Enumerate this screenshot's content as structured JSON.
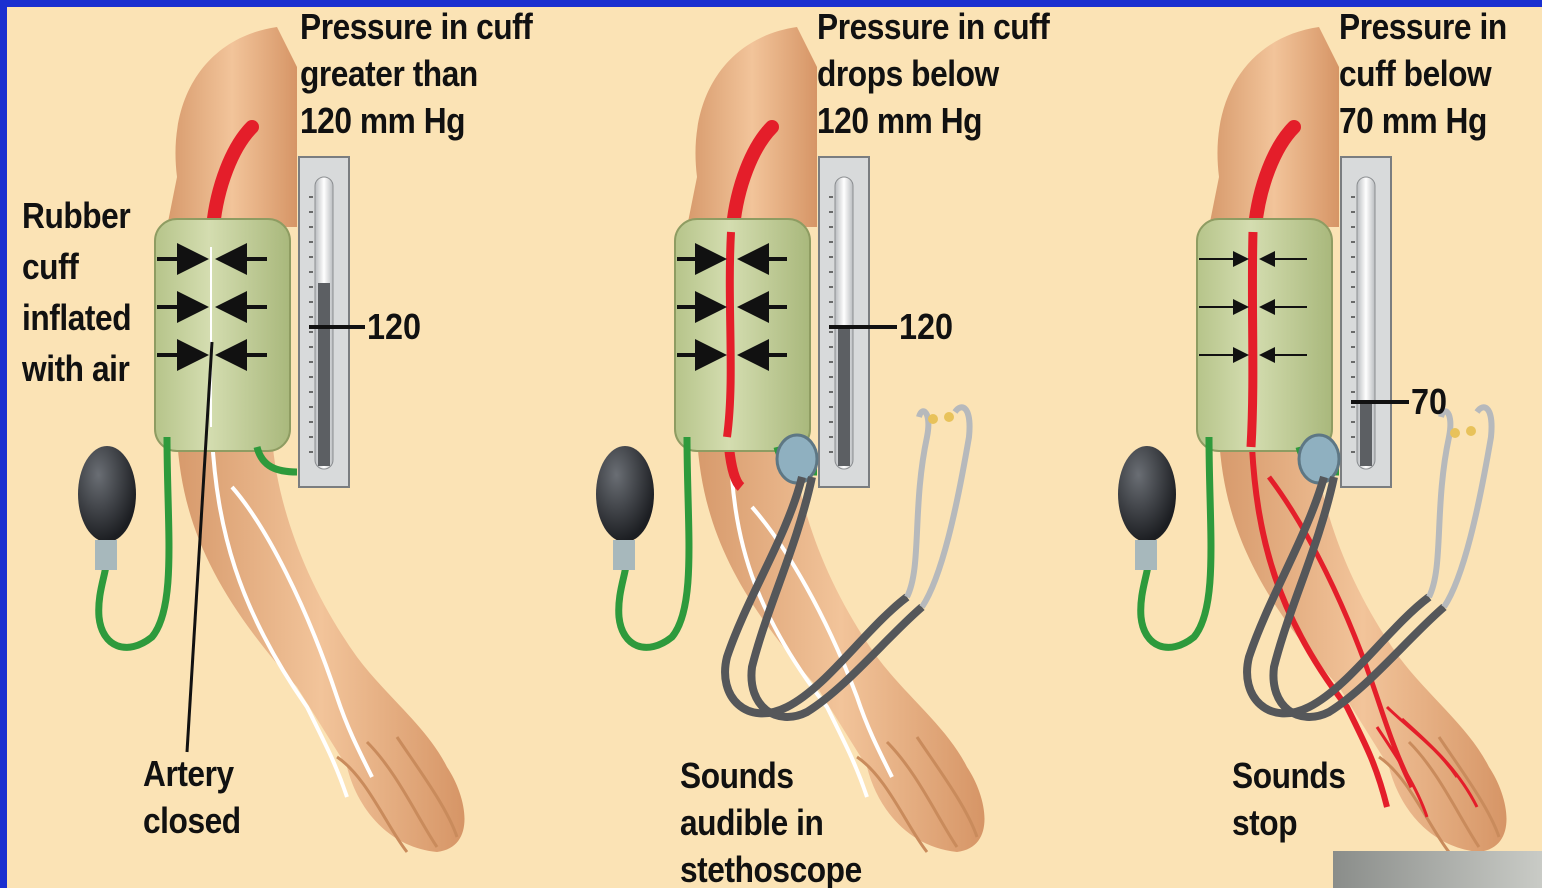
{
  "panels": [
    {
      "title_lines": [
        "Pressure in cuff",
        "greater than",
        "120 mm Hg"
      ],
      "gauge_value": "120",
      "side_label_lines": [
        "Rubber",
        "cuff",
        "inflated",
        "with air"
      ],
      "bottom_label_lines": [
        "Artery",
        "closed"
      ],
      "artery_state": "closed"
    },
    {
      "title_lines": [
        "Pressure in cuff",
        "drops below",
        "120 mm Hg"
      ],
      "gauge_value": "120",
      "bottom_label_lines": [
        "Sounds",
        "audible in",
        "stethoscope"
      ],
      "artery_state": "partially open"
    },
    {
      "title_lines": [
        "Pressure in",
        "cuff below",
        "70 mm Hg"
      ],
      "gauge_value": "70",
      "bottom_label_lines": [
        "Sounds",
        "stop"
      ],
      "artery_state": "open"
    }
  ],
  "colors": {
    "frame": "#1a2fd0",
    "background": "#fbe3b5",
    "skin": "#e9b486",
    "cuff": "#c9d3a0",
    "artery_blood": "#e41e2a",
    "tubing": "#2e9a3c",
    "bulb": "#2a2c30"
  }
}
